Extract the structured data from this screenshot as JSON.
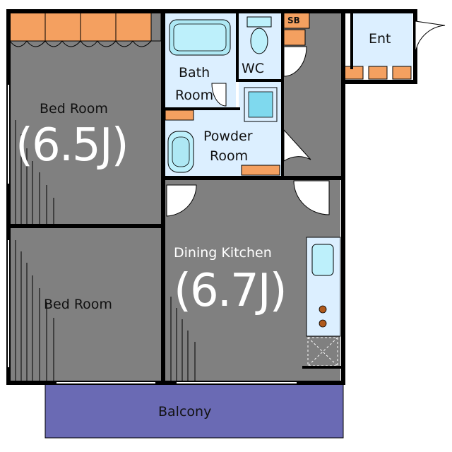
{
  "rooms": {
    "bedroom_top": {
      "label": "Bed Room",
      "size": "(6.5J)"
    },
    "bedroom_bottom": {
      "label": "Bed Room"
    },
    "bath": {
      "line1": "Bath",
      "line2": "Room"
    },
    "wc": {
      "label": "WC"
    },
    "powder": {
      "line1": "Powder",
      "line2": "Room"
    },
    "dining": {
      "label": "Dining Kitchen",
      "size": "(6.7J)"
    },
    "entrance": {
      "label": "Ent"
    },
    "shoe_box": {
      "label": "SB"
    },
    "balcony": {
      "label": "Balcony"
    }
  },
  "colors": {
    "floor_gray": "#808080",
    "wet_area_blue": "#dcefff",
    "storage_orange": "#f4a060",
    "balcony_purple": "#6a6ab4",
    "wall": "#000000"
  }
}
